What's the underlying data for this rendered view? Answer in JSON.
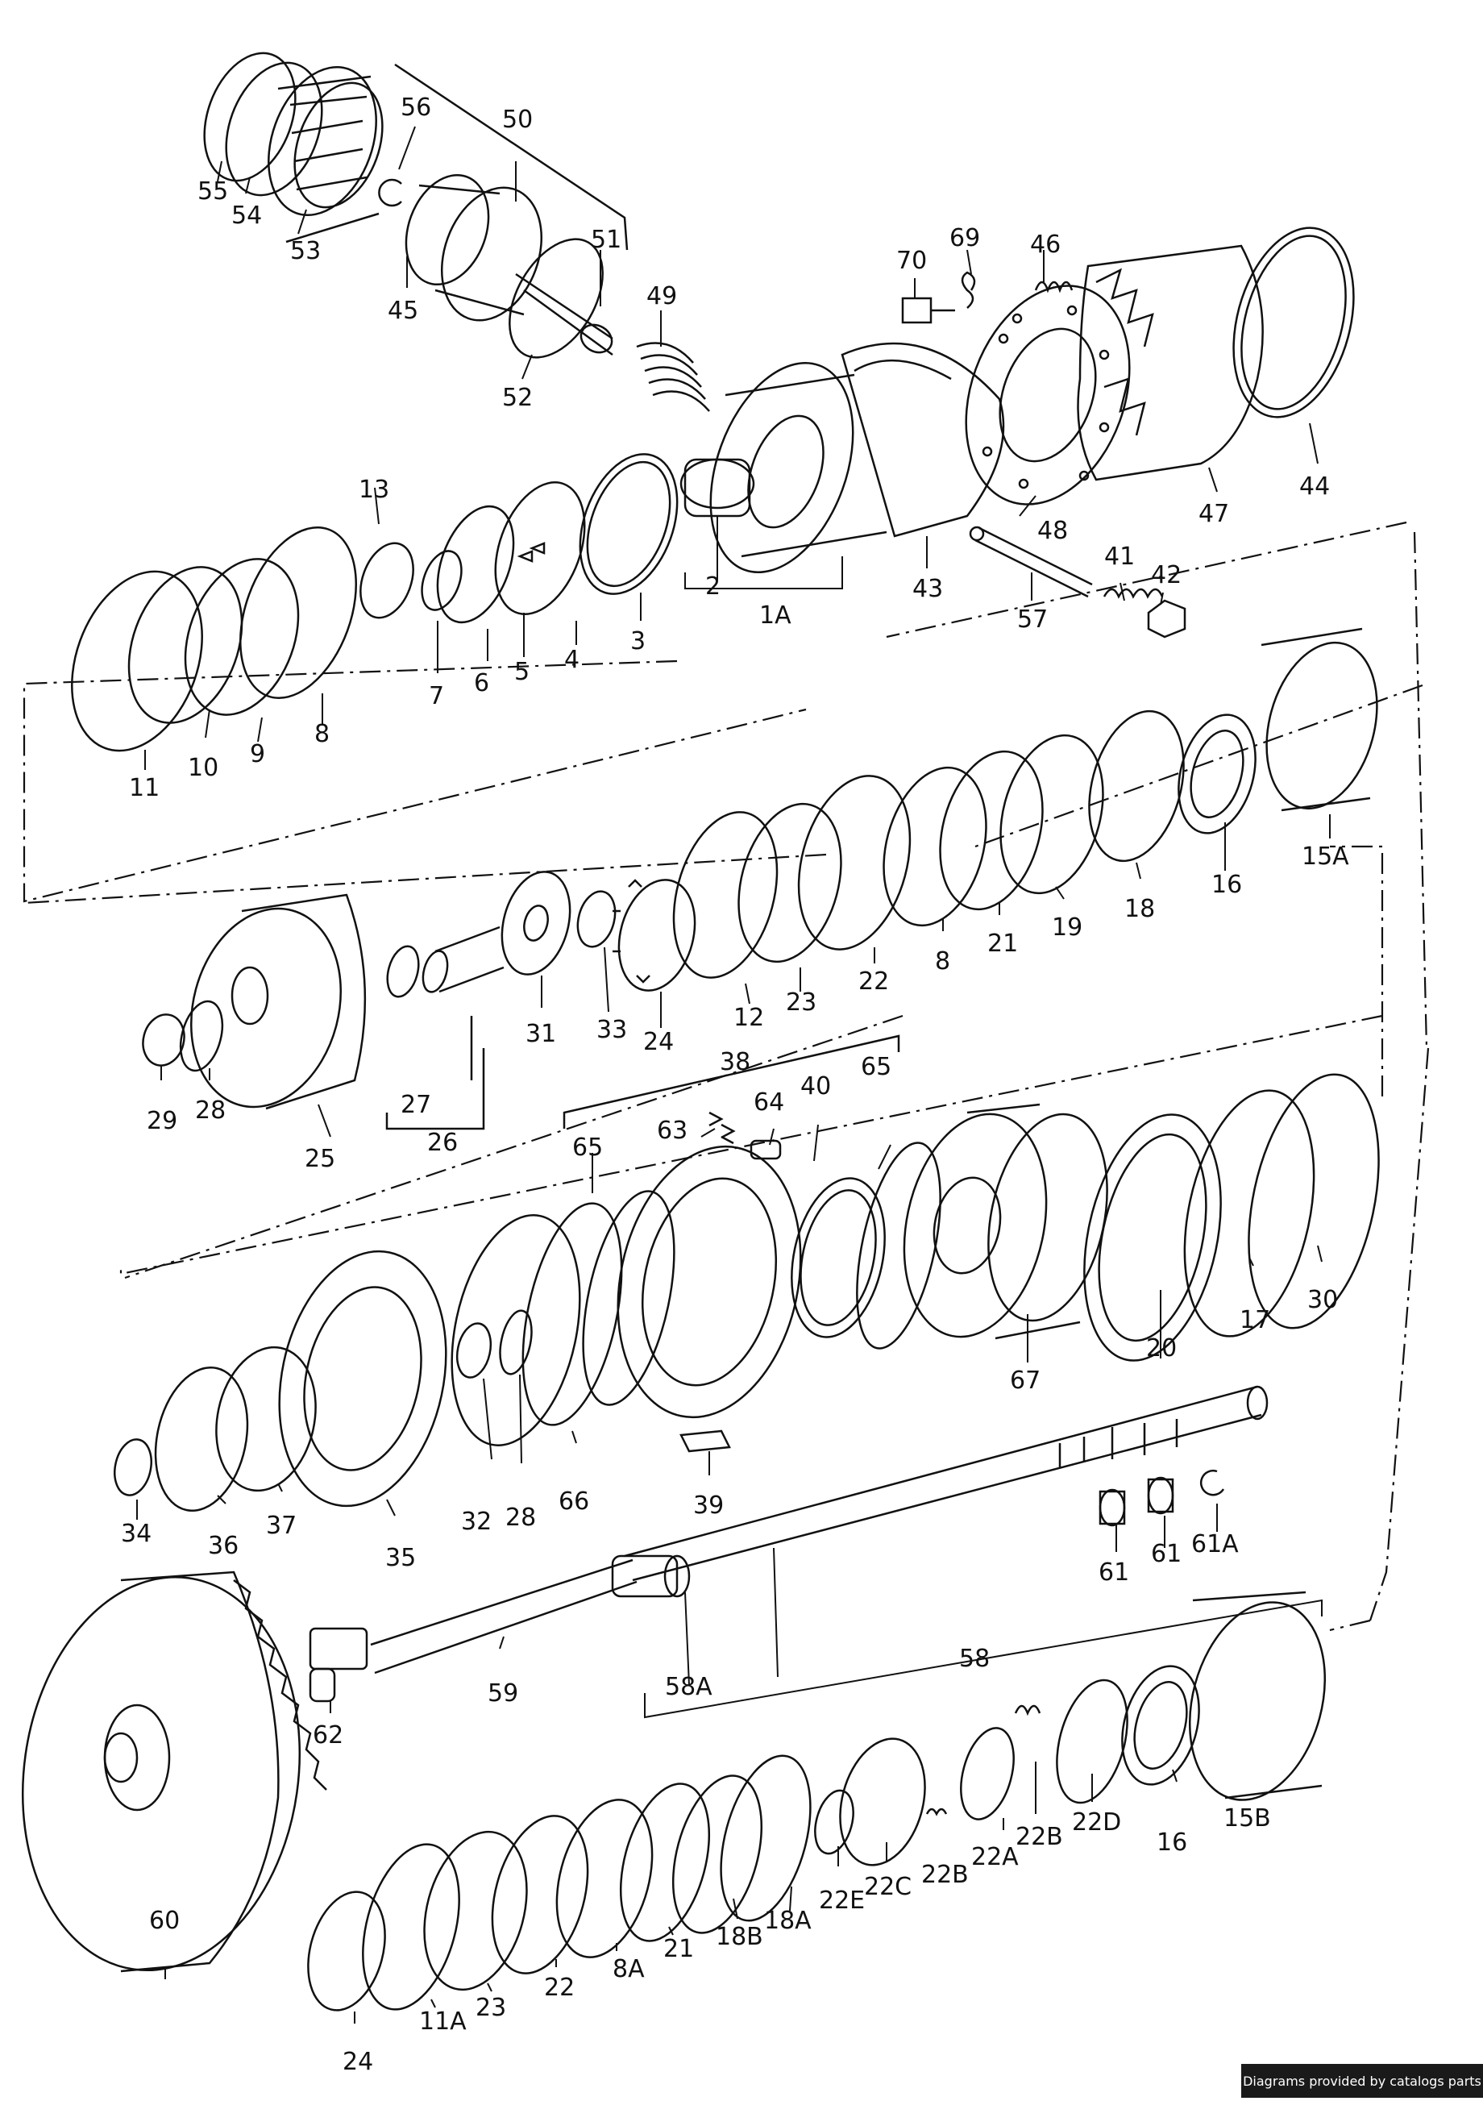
{
  "diagram": {
    "labels": [
      "1A",
      "2",
      "3",
      "4",
      "5",
      "6",
      "7",
      "8",
      "9",
      "10",
      "11",
      "13",
      "41",
      "42",
      "43",
      "44",
      "45",
      "46",
      "47",
      "48",
      "49",
      "50",
      "51",
      "52",
      "53",
      "54",
      "55",
      "56",
      "57",
      "69",
      "70",
      "15A",
      "16",
      "18",
      "19",
      "21",
      "22",
      "23",
      "24",
      "12",
      "8",
      "31",
      "33",
      "25",
      "26",
      "27",
      "28",
      "29",
      "38",
      "63",
      "64",
      "40",
      "65",
      "65",
      "30",
      "17",
      "20",
      "67",
      "39",
      "66",
      "28",
      "32",
      "35",
      "37",
      "36",
      "34",
      "61",
      "61",
      "61A",
      "58",
      "58A",
      "59",
      "62",
      "60",
      "15B",
      "16",
      "22D",
      "22B",
      "22B",
      "22A",
      "22C",
      "22E",
      "18A",
      "18B",
      "21",
      "8A",
      "22",
      "23",
      "11A",
      "24"
    ]
  },
  "footer": {
    "credit": "Diagrams provided by catalogs parts"
  }
}
